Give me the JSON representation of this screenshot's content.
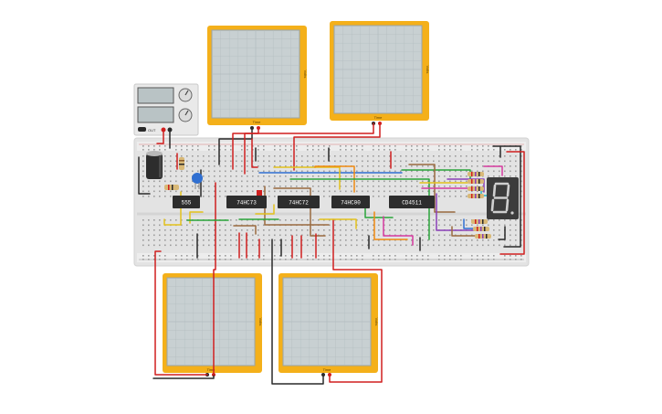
{
  "canvas": {
    "background": "#ffffff"
  },
  "colors": {
    "breadboard": "#e3e3e3",
    "board_edge": "#d2d2d2",
    "hole": "#9c9c9c",
    "rail_red": "#cf2a2a",
    "rail_blue": "#2b2b2b",
    "chip": "#2d2d2d",
    "scope_frame": "#f4b01a",
    "scope_screen": "#c8d0d2",
    "scope_grid": "#b2bcbf",
    "wire_red": "#d01f1f",
    "wire_black": "#2a2a2a",
    "wire_yellow": "#e3c21c",
    "wire_green": "#2aa43b",
    "wire_blue": "#2f6fd1",
    "wire_orange": "#f08a12",
    "wire_brown": "#9a6b3f",
    "wire_purple": "#8a3fb8",
    "wire_cyan": "#2bb6c8",
    "wire_pink": "#d63aa0",
    "seg_display": "#3c3c3c"
  },
  "chips": [
    {
      "name": "chip-555",
      "label": "555"
    },
    {
      "name": "chip-74hc73",
      "label": "74HC73"
    },
    {
      "name": "chip-74hc72",
      "label": "74HC72"
    },
    {
      "name": "chip-74hc00",
      "label": "74HC00"
    },
    {
      "name": "chip-cd4511",
      "label": "CD4511"
    }
  ],
  "oscilloscopes": [
    {
      "name": "oscilloscope-top-left",
      "time_label": "Time",
      "volt_label": "Volts"
    },
    {
      "name": "oscilloscope-top-right",
      "time_label": "Time",
      "volt_label": "Volts"
    },
    {
      "name": "oscilloscope-bottom-left",
      "time_label": "Time",
      "volt_label": "Volts"
    },
    {
      "name": "oscilloscope-bottom-right",
      "time_label": "Time",
      "volt_label": "Volts"
    }
  ],
  "power_supply": {
    "label": "OUT"
  },
  "seven_segment": {
    "digit": "8."
  }
}
